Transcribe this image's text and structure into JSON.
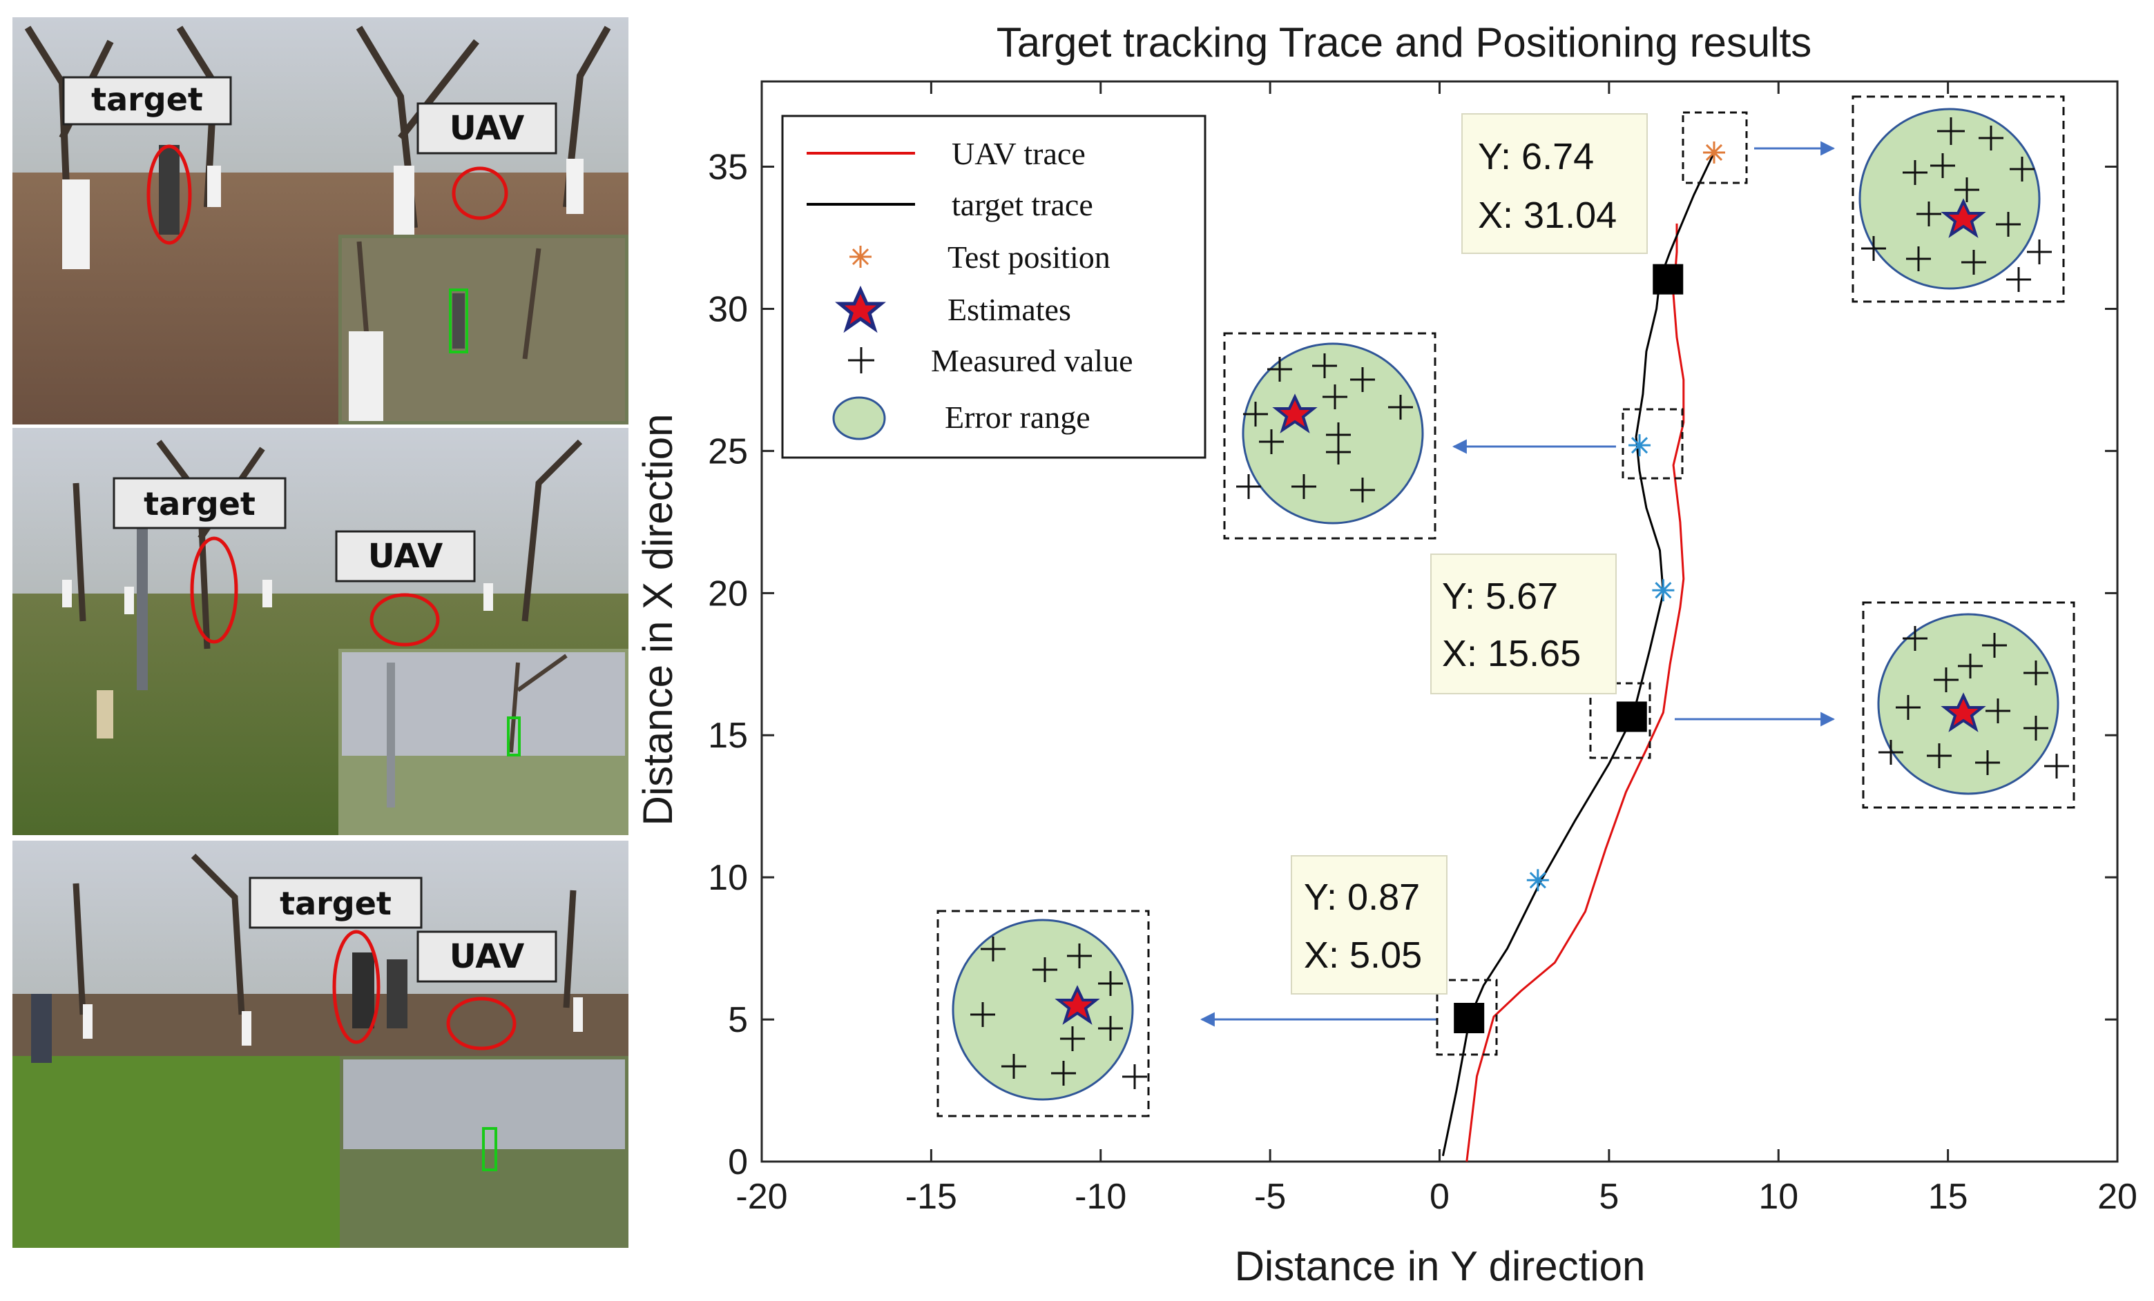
{
  "photos": [
    {
      "target_label": "target",
      "uav_label": "UAV"
    },
    {
      "target_label": "target",
      "uav_label": "UAV"
    },
    {
      "target_label": "target",
      "uav_label": "UAV"
    }
  ],
  "colors": {
    "uav_trace": "#e01010",
    "target_trace": "#000000",
    "test_position": "#e07b39",
    "measured_star": "#2b8fd0",
    "estimate_star": "#e0101e",
    "estimate_outline": "#1f2a80",
    "error_fill": "#c6e0b4",
    "error_stroke": "#2f5597",
    "arrow": "#4472c4",
    "datatip_bg": "#fbfbe6"
  },
  "chart_data": {
    "type": "line",
    "title": "Target tracking Trace and Positioning results",
    "xlabel": "Distance in Y direction",
    "ylabel": "Distance in X direction",
    "xlim": [
      -20,
      20
    ],
    "ylim": [
      0,
      38
    ],
    "xticks": [
      -20,
      -15,
      -10,
      -5,
      0,
      5,
      10,
      15,
      20
    ],
    "yticks": [
      0,
      5,
      10,
      15,
      20,
      25,
      30,
      35
    ],
    "legend": {
      "placement": "top-left",
      "entries": [
        "UAV trace",
        "target trace",
        "Test position",
        "Estimates",
        "Measured value",
        "Error range"
      ]
    },
    "series": [
      {
        "name": "UAV trace",
        "x": [
          0.8,
          1.1,
          1.6,
          2.4,
          3.4,
          4.3,
          4.9,
          5.5,
          6.1,
          6.6,
          6.8,
          7.1,
          7.2,
          7.1,
          6.9,
          7.2,
          7.2,
          7.0,
          6.9,
          7.0,
          7.0
        ],
        "y": [
          0.0,
          3.0,
          5.1,
          6.0,
          7.0,
          8.8,
          11.0,
          13.0,
          14.5,
          15.8,
          17.5,
          19.5,
          20.5,
          22.5,
          24.5,
          26.0,
          27.5,
          29.0,
          30.5,
          32.0,
          33.0
        ]
      },
      {
        "name": "target trace",
        "x": [
          0.1,
          0.5,
          0.9,
          1.3,
          2.0,
          3.0,
          4.0,
          5.0,
          5.7,
          6.2,
          6.6,
          6.5,
          6.1,
          5.9,
          5.8,
          6.0,
          6.1,
          6.4,
          6.5,
          6.8,
          7.5,
          8.1
        ],
        "y": [
          0.2,
          2.5,
          5.1,
          6.2,
          7.5,
          9.9,
          12.0,
          14.0,
          15.65,
          18.0,
          20.0,
          21.5,
          23.0,
          24.3,
          25.5,
          27.0,
          28.5,
          30.0,
          31.04,
          32.0,
          34.0,
          35.5
        ]
      }
    ],
    "test_positions": [
      {
        "x": 8.1,
        "y": 35.5
      }
    ],
    "measured_points": [
      {
        "x": 2.9,
        "y": 9.9
      },
      {
        "x": 6.6,
        "y": 20.1
      },
      {
        "x": 5.9,
        "y": 25.2
      }
    ],
    "estimates": [
      {
        "x": 0.87,
        "y": 5.05,
        "tip_y": "Y: 0.87",
        "tip_x": "X: 5.05"
      },
      {
        "x": 5.67,
        "y": 15.65,
        "tip_y": "Y: 5.67",
        "tip_x": "X: 15.65"
      },
      {
        "x": 6.74,
        "y": 31.04,
        "tip_y": "Y: 6.74",
        "tip_x": "X: 31.04"
      }
    ]
  }
}
